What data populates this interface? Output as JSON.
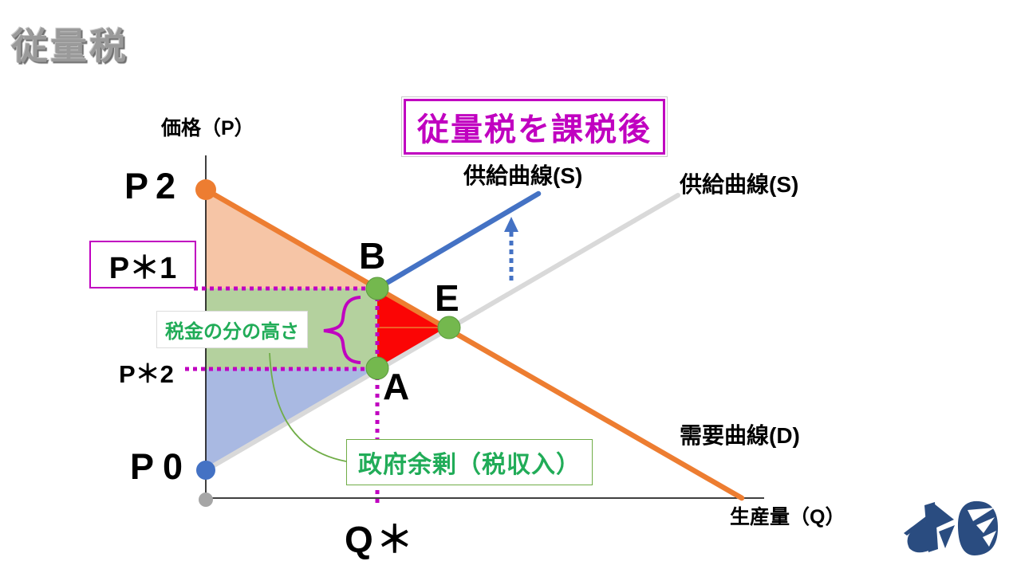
{
  "slide": {
    "title": "従量税",
    "banner": "従量税を課税後"
  },
  "axes": {
    "price": "価格（P）",
    "quantity": "生産量（Q）"
  },
  "curve_labels": {
    "supply_shifted": "供給曲線(S)",
    "supply_original": "供給曲線(S)",
    "demand": "需要曲線(D)"
  },
  "point_labels": {
    "b": "B",
    "e": "E",
    "a": "A"
  },
  "price_labels": {
    "p2": "P2",
    "p_star1": "P＊1",
    "p_star2": "P＊2",
    "p0": "P0"
  },
  "quantity_labels": {
    "q_star": "Q＊"
  },
  "annotations": {
    "tax_height": "税金の分の高さ",
    "government_surplus": "政府余剰（税収入）"
  },
  "colors": {
    "demand": "#ED7D31",
    "supply_original": "#D9D9D9",
    "supply_shifted": "#4472C4",
    "consumer_surplus_fill": "#F6C5A6",
    "government_surplus_fill": "#B4D19E",
    "producer_surplus_fill": "#A9B9E2",
    "deadweight_fill": "#FB0505",
    "magenta": "#C000C0",
    "green_text": "#21AC58",
    "callout_green": "#70AD47",
    "point_green": "#74B84E",
    "point_gray": "#A6A6A6",
    "logo_navy": "#2A4C80"
  }
}
